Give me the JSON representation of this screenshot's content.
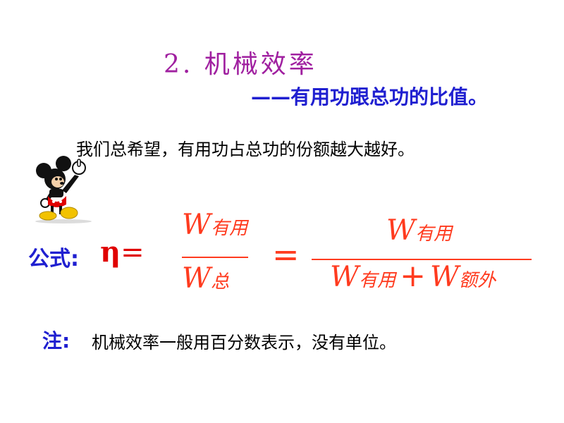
{
  "slide": {
    "title": "2. 机械效率",
    "subtitle": "——有用功跟总功的比值。",
    "description": "我们总希望，有用功占总功的份额越大越好。",
    "mascot": "mickey-mouse-illustration"
  },
  "formula": {
    "label": "公式:",
    "eta": "η",
    "equals_small": "=",
    "frac1_num_w": "W",
    "frac1_num_sub": "有用",
    "frac1_den_w": "W",
    "frac1_den_sub": "总",
    "equals_big": "=",
    "frac2_num_w": "W",
    "frac2_num_sub": "有用",
    "frac2_den_w1": "W",
    "frac2_den_sub1": "有用",
    "plus": "+",
    "frac2_den_w2": "W",
    "frac2_den_sub2": "额外"
  },
  "note": {
    "label": "注:",
    "text": "机械效率一般用百分数表示，没有单位。"
  },
  "colors": {
    "title": "#a020a0",
    "blue": "#1f1fd0",
    "formula_red": "#ff3b1f"
  }
}
